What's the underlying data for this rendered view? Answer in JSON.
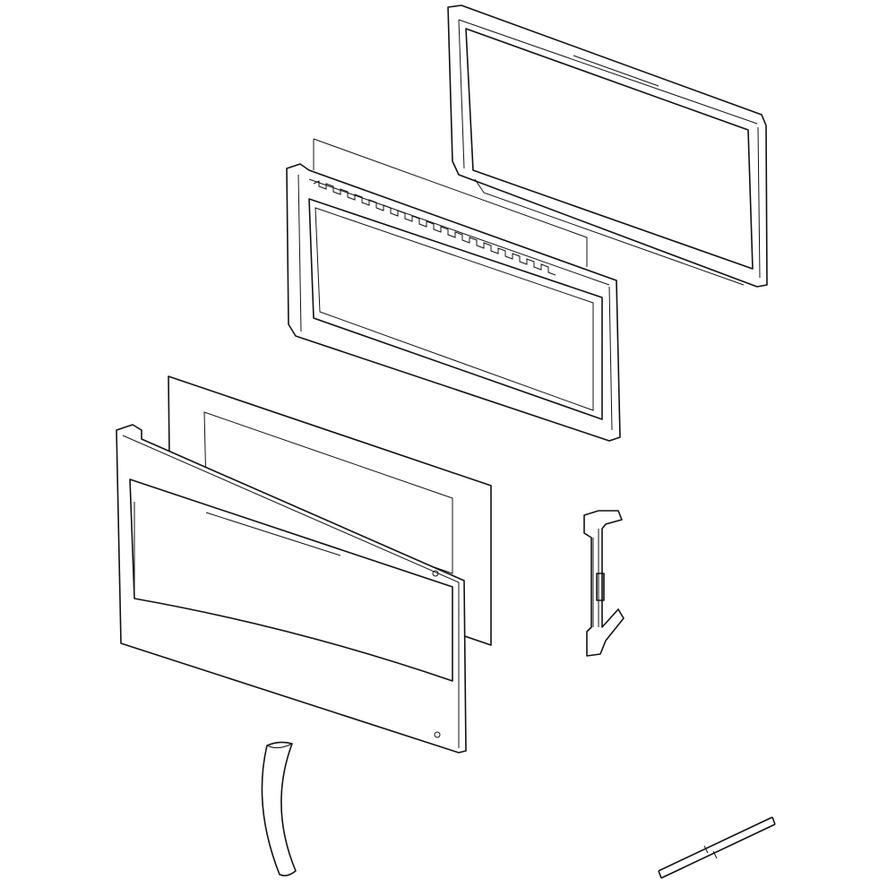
{
  "diagram": {
    "parts": [
      {
        "name": "outer-door-frame",
        "icon": "frame-part"
      },
      {
        "name": "choke-film",
        "icon": "sheet-part"
      },
      {
        "name": "inner-door-frame",
        "icon": "frame-part"
      },
      {
        "name": "door-glass",
        "icon": "sheet-part"
      },
      {
        "name": "front-door-panel",
        "icon": "panel-part"
      },
      {
        "name": "door-latch",
        "icon": "latch-part"
      },
      {
        "name": "door-hose",
        "icon": "tube-part"
      },
      {
        "name": "rod",
        "icon": "rod-part"
      }
    ],
    "line_color": "#111111",
    "background": "#ffffff"
  }
}
